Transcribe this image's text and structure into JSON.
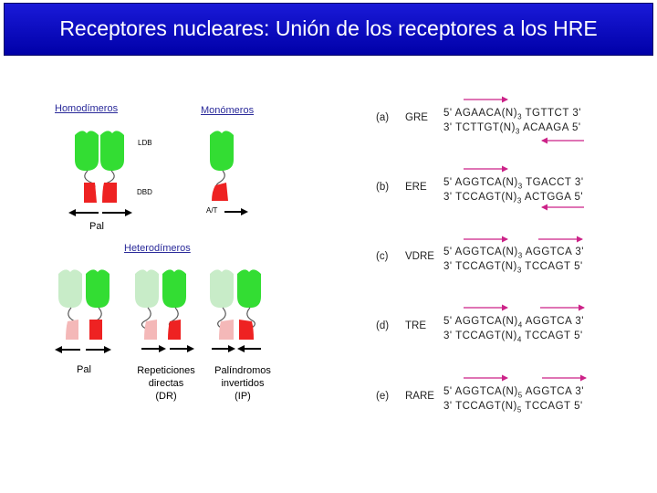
{
  "title": "Receptores nucleares: Unión de los receptores a los HRE",
  "left": {
    "homodimeros": "Homodímeros",
    "monomeros": "Monómeros",
    "ldb": "LDB",
    "dbd": "DBD",
    "at": "A/T",
    "pal_top": "Pal",
    "heterodimeros": "Heterodímeros",
    "pal_bottom": "Pal",
    "dr_line1": "Repeticiones",
    "dr_line2": "directas",
    "dr_line3": "(DR)",
    "ip_line1": "Palíndromos",
    "ip_line2": "invertidos",
    "ip_line3": "(IP)"
  },
  "elements": [
    {
      "id": "(a)",
      "name": "GRE",
      "top5": "5'",
      "top_seq": "AGAACA(N)",
      "top_n": "3",
      "top_half2": "TGTTCT",
      "top3": "3'",
      "bot3": "3'",
      "bot_seq": "TCTTGT(N)",
      "bot_n": "3",
      "bot_half2": "ACAAGA",
      "bot5": "5'"
    },
    {
      "id": "(b)",
      "name": "ERE",
      "top5": "5'",
      "top_seq": "AGGTCA(N)",
      "top_n": "3",
      "top_half2": "TGACCT",
      "top3": "3'",
      "bot3": "3'",
      "bot_seq": "TCCAGT(N)",
      "bot_n": "3",
      "bot_half2": "ACTGGA",
      "bot5": "5'"
    },
    {
      "id": "(c)",
      "name": "VDRE",
      "top5": "5'",
      "top_seq": "AGGTCA(N)",
      "top_n": "3",
      "top_half2": "AGGTCA",
      "top3": "3'",
      "bot3": "3'",
      "bot_seq": "TCCAGT(N)",
      "bot_n": "3",
      "bot_half2": "TCCAGT",
      "bot5": "5'"
    },
    {
      "id": "(d)",
      "name": "TRE",
      "top5": "5'",
      "top_seq": "AGGTCA(N)",
      "top_n": "4",
      "top_half2": "AGGTCA",
      "top3": "3'",
      "bot3": "3'",
      "bot_seq": "TCCAGT(N)",
      "bot_n": "4",
      "bot_half2": "TCCAGT",
      "bot5": "5'"
    },
    {
      "id": "(e)",
      "name": "RARE",
      "top5": "5'",
      "top_seq": "AGGTCA(N)",
      "top_n": "5",
      "top_half2": "AGGTCA",
      "top3": "3'",
      "bot3": "3'",
      "bot_seq": "TCCAGT(N)",
      "bot_n": "5",
      "bot_half2": "TCCAGT",
      "bot5": "5'"
    }
  ],
  "colors": {
    "title_bg": "#0a0ac8",
    "receptor_green": "#33dd33",
    "receptor_light_green": "#c8ecc8",
    "dbd_red": "#ee2222",
    "dbd_pink": "#f4b8b8",
    "arrow_magenta": "#cc2288"
  }
}
